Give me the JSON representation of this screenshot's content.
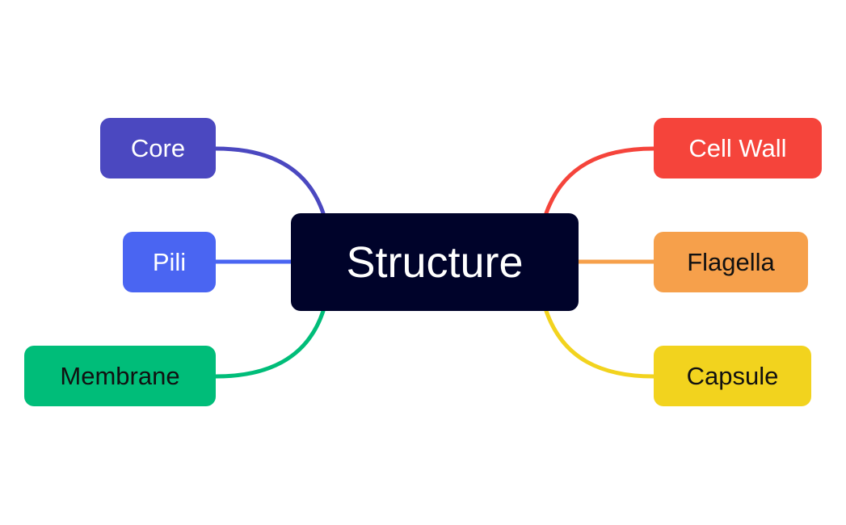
{
  "diagram": {
    "center": {
      "label": "Structure",
      "color": "#00032a"
    },
    "branches": {
      "core": {
        "label": "Core",
        "color": "#4b48c0"
      },
      "pili": {
        "label": "Pili",
        "color": "#4a65f2"
      },
      "membrane": {
        "label": "Membrane",
        "color": "#00bd79"
      },
      "cell_wall": {
        "label": "Cell Wall",
        "color": "#f5443b"
      },
      "flagella": {
        "label": "Flagella",
        "color": "#f6a04b"
      },
      "capsule": {
        "label": "Capsule",
        "color": "#f2d31e"
      }
    }
  }
}
